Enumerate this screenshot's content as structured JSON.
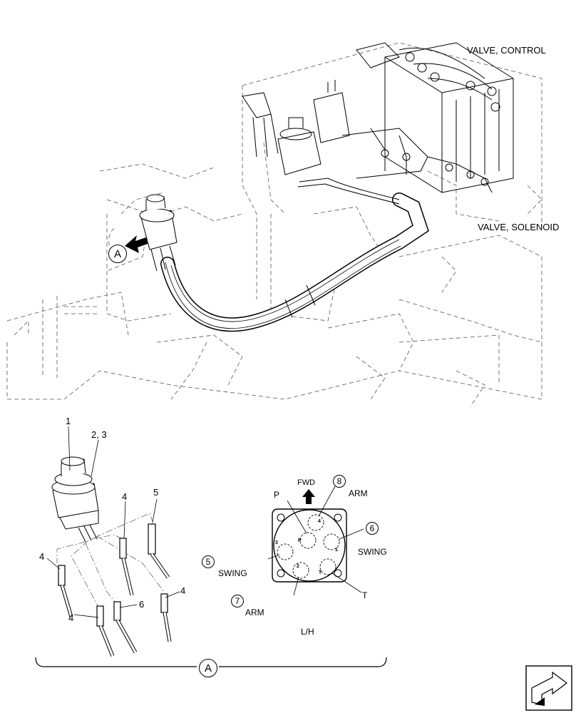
{
  "labels": {
    "valve_control": "VALVE, CONTROL",
    "valve_solenoid": "VALVE, SOLENOID",
    "callout_a_top": "A",
    "callout_a_bottom": "A",
    "part_1": "1",
    "part_2_3": "2, 3",
    "part_4_a": "4",
    "part_4_b": "4",
    "part_4_c": "4",
    "part_4_d": "4",
    "part_5": "5",
    "part_6": "6",
    "fwd": "FWD",
    "port_p": "P",
    "port_t": "T",
    "circ_8": "8",
    "circ_6": "6",
    "circ_5": "5",
    "circ_7": "7",
    "arm_top": "ARM",
    "swing_right": "SWING",
    "swing_left": "SWING",
    "arm_bottom": "ARM",
    "lh": "L/H",
    "inner_4": "4",
    "inner_p": "P",
    "inner_3": "3",
    "inner_1": "1",
    "inner_2": "2",
    "inner_t": "T"
  },
  "icons": {
    "fwd_arrow": "up-arrow-icon",
    "nav_arrow": "turn-arrow-icon"
  }
}
